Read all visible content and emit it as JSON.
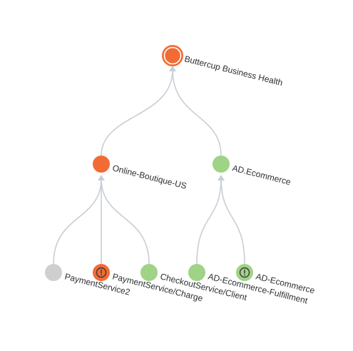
{
  "colors": {
    "critical": "#f26b35",
    "healthy": "#9fd386",
    "unknown": "#cfcfcf",
    "edge": "#c8ced6",
    "warning_icon": "#3a3a3a"
  },
  "nodes": {
    "root": {
      "label": "Buttercup Business Health",
      "status": "critical"
    },
    "online_boutique": {
      "label": "Online-Boutique-US",
      "status": "critical"
    },
    "ad_ecommerce_group": {
      "label": "AD.Ecommerce",
      "status": "healthy"
    },
    "payment_service2": {
      "label": "PaymentService2",
      "status": "unknown"
    },
    "payment_charge": {
      "label": "PaymentService/Charge",
      "status": "critical",
      "icon": "exclamation-icon"
    },
    "checkout_client": {
      "label": "CheckoutService/Client",
      "status": "healthy"
    },
    "ad_fulfillment": {
      "label": "AD-Ecommerce-Fulfillment",
      "status": "healthy"
    },
    "ad_ecommerce": {
      "label": "AD-Ecommerce",
      "status": "healthy",
      "icon": "exclamation-icon"
    }
  }
}
